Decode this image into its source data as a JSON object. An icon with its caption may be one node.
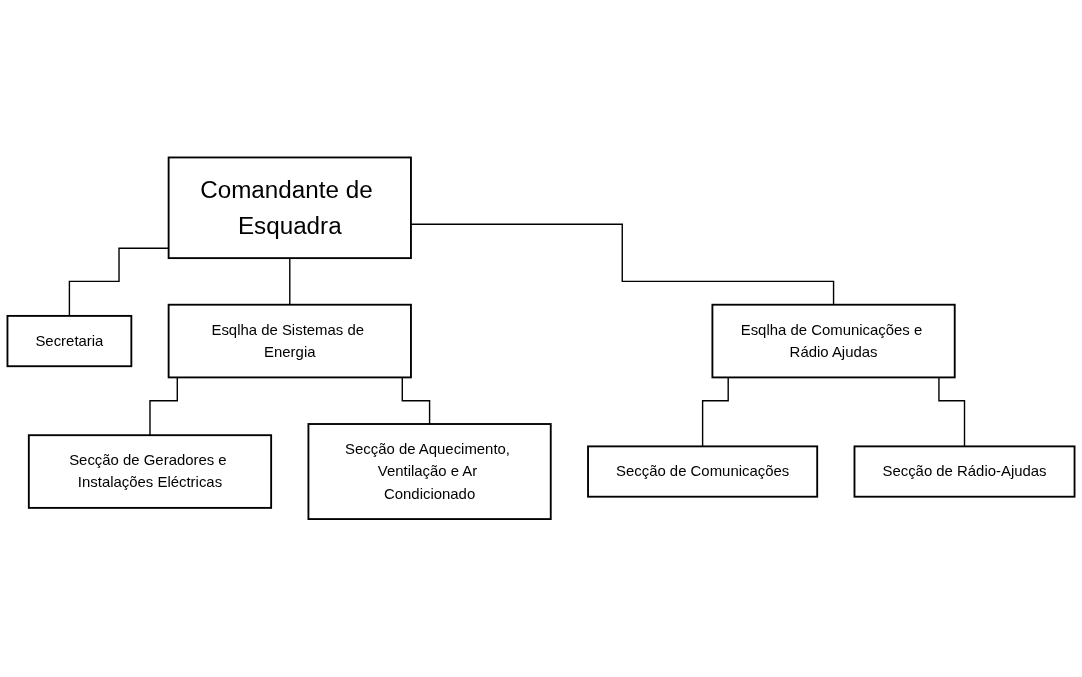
{
  "diagram": {
    "nodes": [
      {
        "text": [
          "Comandante de Esquadra"
        ]
      },
      {
        "text": [
          "Secretaria"
        ]
      },
      {
        "text": [
          "Esqlha de Sistemas de Energia"
        ]
      },
      {
        "text": [
          "Esqlha de Comunicações e Rádio Ajudas"
        ]
      },
      {
        "text": [
          "Secção de Geradores e Instalações Eléctricas"
        ]
      },
      {
        "text": [
          "Secção de Aquecimento, Ventilação e Ar Condicionado"
        ]
      },
      {
        "text": [
          "Secção de Comunicações"
        ]
      },
      {
        "text": [
          "Secção de Rádio-Ajudas"
        ]
      }
    ],
    "edges": [
      {
        "from": 0,
        "to": 1,
        "arrow": "none"
      },
      {
        "from": 0,
        "to": 2,
        "arrow": "none"
      },
      {
        "from": 0,
        "to": 3,
        "arrow": "none"
      },
      {
        "from": 2,
        "to": 4,
        "arrow": "none"
      },
      {
        "from": 2,
        "to": 5,
        "arrow": "none"
      },
      {
        "from": 3,
        "to": 6,
        "arrow": "none"
      },
      {
        "from": 3,
        "to": 7,
        "arrow": "none"
      }
    ]
  }
}
